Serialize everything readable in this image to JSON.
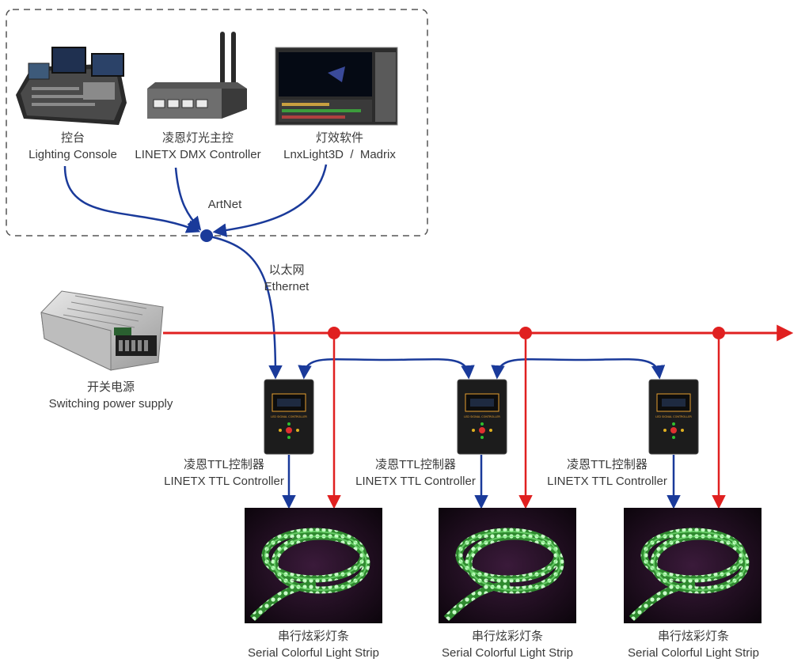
{
  "source_group": {
    "console": {
      "cn": "控台",
      "en": "Lighting Console"
    },
    "dmx_controller": {
      "cn": "凌恩灯光主控",
      "en": "LINETX DMX Controller"
    },
    "software": {
      "cn": "灯效软件",
      "en": "LnxLight3D  /  Madrix"
    },
    "protocol": "ArtNet"
  },
  "ethernet": {
    "cn": "以太网",
    "en": "Ethernet"
  },
  "power_supply": {
    "cn": "开关电源",
    "en": "Switching power supply"
  },
  "ttl_controllers": [
    {
      "cn": "凌恩TTL控制器",
      "en": "LINETX TTL Controller",
      "device_text": "LED SIGNAL CONTROLLER"
    },
    {
      "cn": "凌恩TTL控制器",
      "en": "LINETX TTL Controller",
      "device_text": "LED SIGNAL CONTROLLER"
    },
    {
      "cn": "凌恩TTL控制器",
      "en": "LINETX TTL Controller",
      "device_text": "LED SIGNAL CONTROLLER"
    }
  ],
  "light_strips": [
    {
      "cn": "串行炫彩灯条",
      "en": "Serial Colorful Light Strip"
    },
    {
      "cn": "串行炫彩灯条",
      "en": "Serial Colorful Light Strip"
    },
    {
      "cn": "串行炫彩灯条",
      "en": "Serial Colorful Light Strip"
    }
  ],
  "colors": {
    "data_line": "#1a3a9a",
    "power_line": "#e02020",
    "strip_led": "#4fd34f",
    "device_body": "#1c1c1c"
  }
}
